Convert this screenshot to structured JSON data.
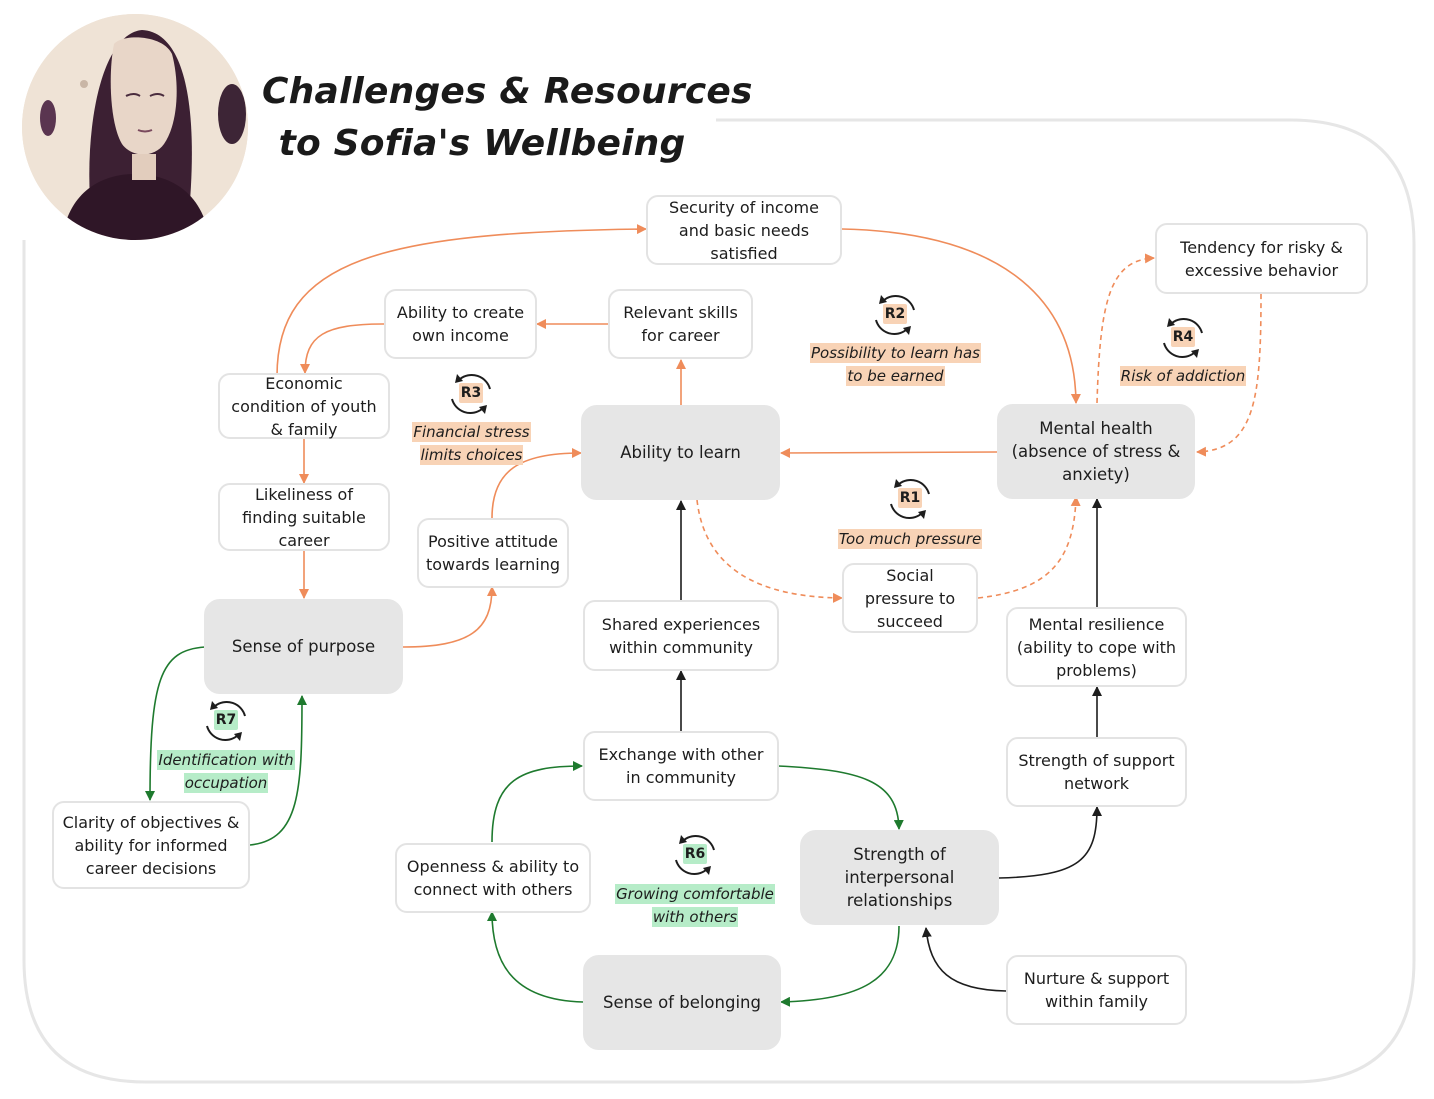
{
  "title": {
    "line1": "Challenges & Resources",
    "line2": "to Sofia's Wellbeing"
  },
  "colors": {
    "orange": "#ef8c5a",
    "green": "#1e7a2e",
    "dark": "#1d1d1d",
    "core_fill": "#e6e6e6",
    "orange_highlight": "#f8d3b6",
    "green_highlight": "#b6ecc8"
  },
  "nodes": {
    "security": "Security of income and basic needs satisfied",
    "risky": "Tendency for risky & excessive behavior",
    "own_income": "Ability to create own income",
    "skills": "Relevant skills for career",
    "economic": "Economic condition of youth & family",
    "likeliness": "Likeliness of finding suitable career",
    "ability_learn": "Ability to learn",
    "mental_health": "Mental health (absence of stress & anxiety)",
    "positive": "Positive attitude towards learning",
    "purpose": "Sense of purpose",
    "social_pressure": "Social pressure to succeed",
    "shared": "Shared experiences within community",
    "resilience": "Mental resilience (ability to cope with problems)",
    "exchange": "Exchange with other in community",
    "support_network": "Strength of support network",
    "clarity": "Clarity of objectives & ability for informed career decisions",
    "openness": "Openness & ability to connect with others",
    "interpersonal": "Strength of interpersonal relationships",
    "belonging": "Sense of belonging",
    "nurture": "Nurture & support within family"
  },
  "loops": {
    "r1": {
      "id": "R1",
      "note": "Too much pressure"
    },
    "r2": {
      "id": "R2",
      "note": "Possibility to learn has to be earned"
    },
    "r3": {
      "id": "R3",
      "note": "Financial stress limits choices"
    },
    "r4": {
      "id": "R4",
      "note": "Risk of addiction"
    },
    "r6": {
      "id": "R6",
      "note": "Growing comfortable with others"
    },
    "r7": {
      "id": "R7",
      "note": "Identification with occupation"
    }
  },
  "icons": {
    "loop": "reinforcing-loop-icon",
    "portrait": "portrait-illustration"
  }
}
